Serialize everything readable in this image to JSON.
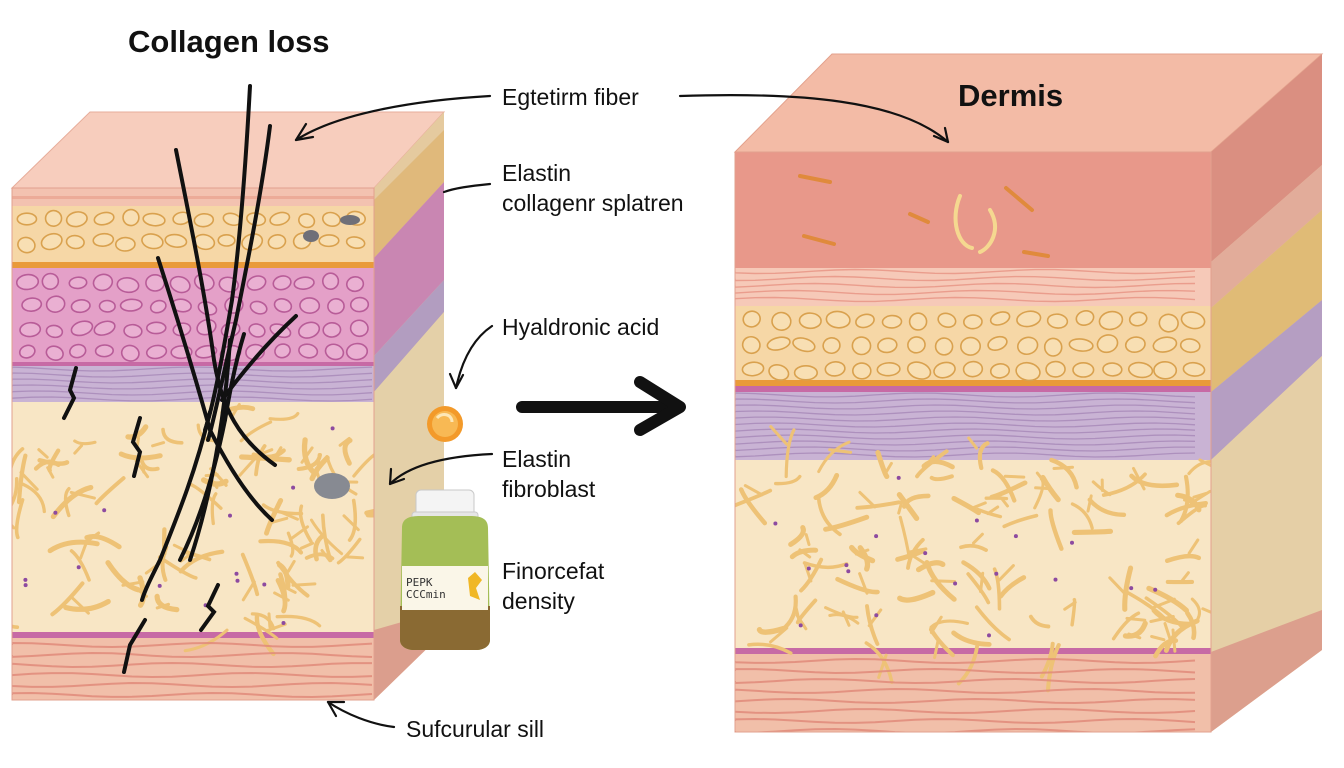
{
  "titles": {
    "left": "Collagen loss",
    "right": "Dermis"
  },
  "labels": {
    "fiber": "Egtetirm fiber",
    "elastin_1_line1": "Elastin",
    "elastin_1_line2": "collagenr splatren",
    "hyaluronic": "Hyaldronic acid",
    "elastin_2_line1": "Elastin",
    "elastin_2_line2": "fibroblast",
    "density_line1": "Finorcefat",
    "density_line2": "density",
    "bottom": "Sufcurular sill"
  },
  "bottle": {
    "label_line1": "PEPK",
    "label_line2": "CCCmin"
  },
  "colors": {
    "surface": "#f3c2b0",
    "epidermis_band": "#f6d7a6",
    "pink_layer": "#e4a0c8",
    "lilac_layer": "#c9b3d4",
    "dermis_cream": "#f8e6c5",
    "fiber": "#efc374",
    "base_stripes": "#e9a896",
    "damage_lines": "#111111",
    "supplement_orange": "#f0a23a",
    "bottle_green": "#a7c15a",
    "arrow": "#111111"
  },
  "icons": [
    "arrow-right-icon",
    "supplement-capsule-icon",
    "supplement-bottle-icon"
  ]
}
